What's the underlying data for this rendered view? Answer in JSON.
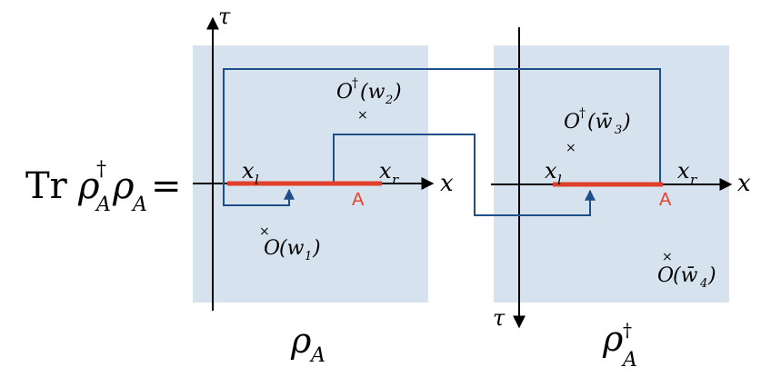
{
  "equation": {
    "tr": "Tr",
    "rho": "ρ",
    "dagger": "†",
    "sub": "A",
    "equals": "="
  },
  "left_panel": {
    "tau": "τ",
    "x": "x",
    "xl": "x",
    "xl_sub": "l",
    "xr": "x",
    "xr_sub": "r",
    "interval": "A",
    "op_top": {
      "o": "O",
      "dag": "†",
      "arg": "(w",
      "sub": "2",
      "close": ")"
    },
    "op_bottom": {
      "o": "O",
      "arg": "(w",
      "sub": "1",
      "close": ")"
    },
    "cross": "×",
    "caption": {
      "rho": "ρ",
      "sub": "A"
    }
  },
  "right_panel": {
    "tau": "τ",
    "x": "x",
    "xl": "x",
    "xl_sub": "l",
    "xr": "x",
    "xr_sub": "r",
    "interval": "A",
    "op_top": {
      "o": "O",
      "dag": "†",
      "arg": "(w̄",
      "sub": "3",
      "close": ")"
    },
    "op_bottom": {
      "o": "O",
      "arg": "(w̄",
      "sub": "4",
      "close": ")"
    },
    "cross": "×",
    "caption": {
      "rho": "ρ",
      "dag": "†",
      "sub": "A"
    }
  },
  "colors": {
    "panel": "#d6e2ee",
    "axis": "#000000",
    "interval": "#e0402a",
    "path": "#1f4f88"
  }
}
